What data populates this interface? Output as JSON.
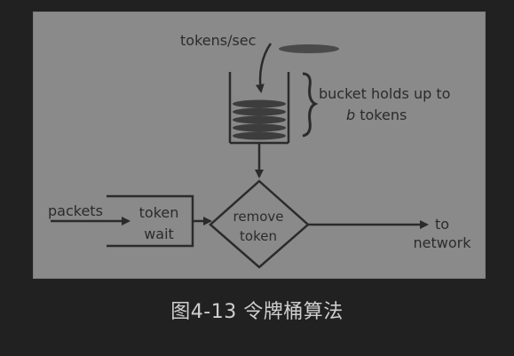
{
  "diagram": {
    "tokens_rate_label": "tokens/sec",
    "bucket_label_line1": "bucket holds up to",
    "bucket_label_line2_var": "b",
    "bucket_label_line2_rest": " tokens",
    "packets_label": "packets",
    "wait_label_line1": "token",
    "wait_label_line2": "wait",
    "remove_label_line1": "remove",
    "remove_label_line2": "token",
    "to_network_line1": "to",
    "to_network_line2": "network"
  },
  "caption": "图4-13 令牌桶算法",
  "colors": {
    "page_background": "#212121",
    "figure_background": "#8a8a8a",
    "ink": "#2b2b2b",
    "caption_text": "#cfcfcf"
  }
}
